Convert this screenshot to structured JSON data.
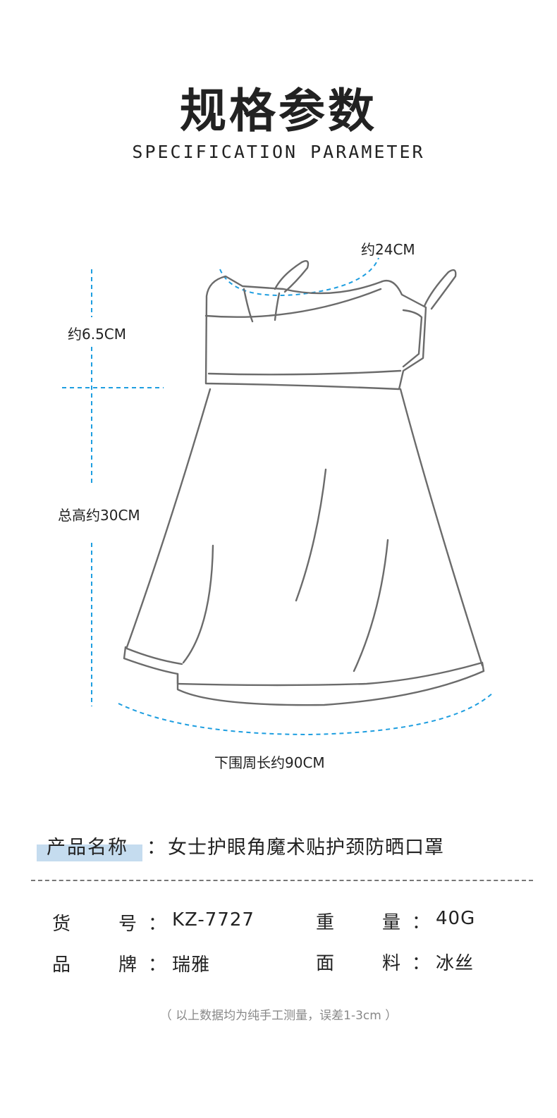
{
  "header": {
    "title": "规格参数",
    "subtitle": "SPECIFICATION PARAMETER"
  },
  "diagram": {
    "label_top_width": "约24CM",
    "label_top_height": "约6.5CM",
    "label_total_height": "总高约30CM",
    "label_bottom_circumference": "下围周长约90CM",
    "colors": {
      "dimension_line": "#1e9ee0",
      "outline": "#6b6b6b"
    }
  },
  "product": {
    "name_label": "产品名称",
    "colon": "：",
    "name_value": "女士护眼角魔术贴护颈防晒口罩",
    "highlight_color": "#c5dcef"
  },
  "specs": {
    "item_no_label_1": "货",
    "item_no_label_2": "号",
    "item_no_value": "KZ-7727",
    "weight_label_1": "重",
    "weight_label_2": "量",
    "weight_value": "40G",
    "brand_label_1": "品",
    "brand_label_2": "牌",
    "brand_value": "瑞雅",
    "material_label_1": "面",
    "material_label_2": "料",
    "material_value": "冰丝"
  },
  "note": "（ 以上数据均为纯手工测量，误差1-3cm ）"
}
